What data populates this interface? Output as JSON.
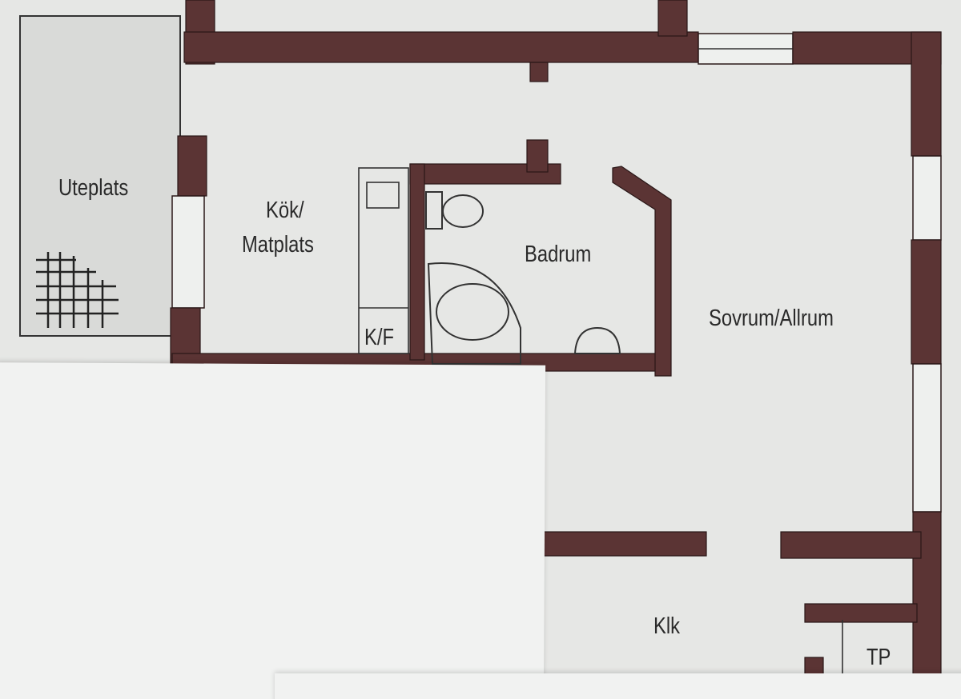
{
  "plan": {
    "rooms": {
      "uteplats": "Uteplats",
      "kok_line1": "Kök/",
      "kok_line2": "Matplats",
      "badrum": "Badrum",
      "sovrum": "Sovrum/Allrum",
      "kf": "K/F",
      "klk": "Klk",
      "tp": "TP"
    },
    "colors": {
      "wall": "#5b3434",
      "paper": "#e6e7e5",
      "overlay": "#f1f2f1"
    }
  }
}
